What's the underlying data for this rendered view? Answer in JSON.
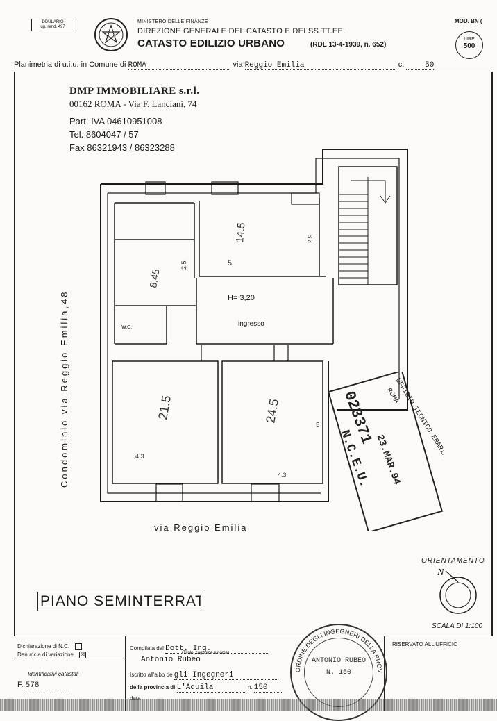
{
  "header": {
    "mod_box_line1": "DDULARIO",
    "mod_box_line2": "ug. rend. 497",
    "emblem_name": "italian-republic-emblem-icon",
    "ministry": "MINISTERO DELLE FINANZE",
    "direzione": "DIREZIONE GENERALE DEL CATASTO E DEI SS.TT.EE.",
    "catasto": "CATASTO EDILIZIO URBANO",
    "rdl": "(RDL 13-4-1939, n. 652)",
    "mod_bn": "MOD. BN (",
    "lire_label": "LIRE",
    "lire_value": "500"
  },
  "plan_line": {
    "prefix": "Planimetria di u.i.u. in Comune di",
    "comune": "ROMA",
    "via_label": "via",
    "via": "Reggio Emilia",
    "civ_label": "c.",
    "civ": "50"
  },
  "company": {
    "name": "DMP IMMOBILIARE s.r.l.",
    "address": "00162 ROMA - Via F. Lanciani, 74",
    "piva": "Part. IVA 04610951008",
    "tel": "Tel. 8604047 / 57",
    "fax": "Fax 86321943 / 86323288"
  },
  "plan": {
    "street_side": "Condominio via Reggio Emilia,48",
    "street_bottom": "via Reggio Emilia",
    "height_label": "H= 3,20",
    "ingresso": "ingresso",
    "wc": "W.C.",
    "area_1": "14.5",
    "area_2": "21.5",
    "area_3": "24.5",
    "area_4": "8.45",
    "dim_1": "5",
    "dim_2": "2.9",
    "dim_3": "5",
    "dim_4": "4.3",
    "dim_5": "4.3",
    "dim_6": "2.5"
  },
  "stamp": {
    "office": "UFFICIO TECNICO ERARIALE",
    "city": "ROMA",
    "number": "023371",
    "date": "23.MAR.94",
    "nceu": "N.C.E.U."
  },
  "orientation": {
    "label": "ORIENTAMENTO",
    "north": "N"
  },
  "scale": "SCALA DI 1:100",
  "floor_label": "PIANO SEMINTERRATO",
  "footer": {
    "dichiarazione": "Dichiarazione di N.C.",
    "denuncia": "Denuncia di variazione",
    "denuncia_checked": "☒",
    "identificativi": "Identificativi catastali",
    "foglio_label": "F.",
    "foglio": "578",
    "compilata_label": "Compilata dal",
    "compilata": "Dott. Ing.",
    "titolo_note": "(Titolo, cognome e nome)",
    "nome": "Antonio Rubeo",
    "iscritto_label": "Iscritto all'albo de",
    "albo": "gli Ingegneri",
    "provincia_label": "della provincia di",
    "provincia": "L'Aquila",
    "n_label": "n.",
    "numero": "150",
    "data_label": "data",
    "riservato": "RISERVATO ALL'UFFICIO",
    "seal_text": "ORDINE DEGLI INGEGNERI DELLA PROVINCIA DI L'AQUILA",
    "seal_name": "ANTONIO RUBEO",
    "seal_number": "N. 150"
  }
}
